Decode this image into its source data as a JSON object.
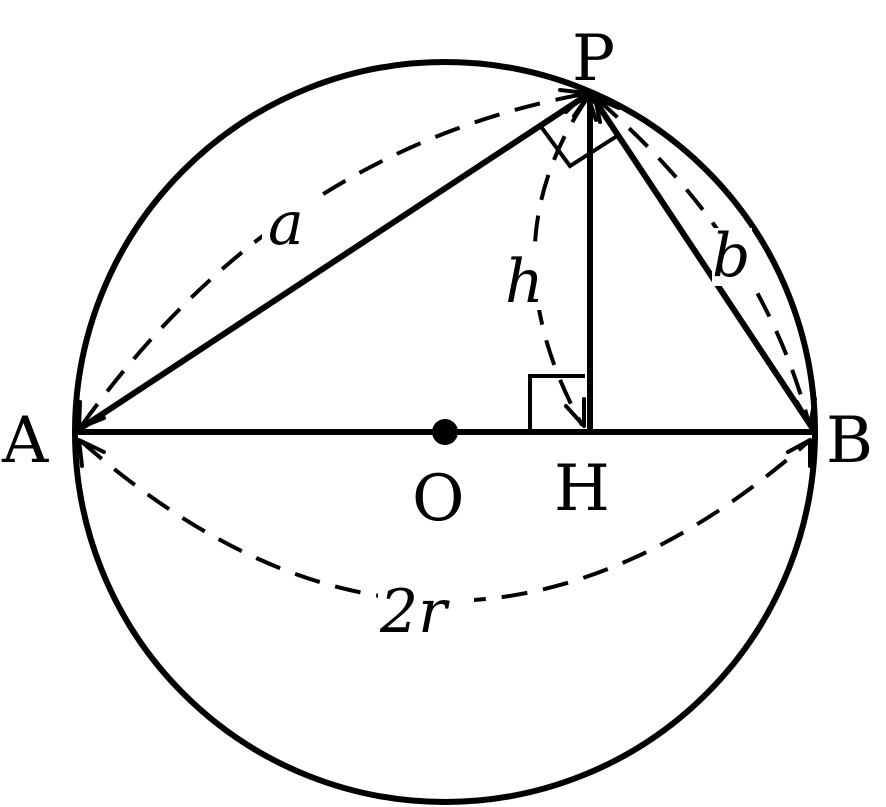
{
  "points": {
    "P": "P",
    "A": "A",
    "B": "B",
    "O": "O",
    "H": "H"
  },
  "measures": {
    "a": "a",
    "b": "b",
    "h": "h",
    "diameter": "2r"
  },
  "colors": {
    "stroke": "#000000",
    "background": "#ffffff"
  }
}
